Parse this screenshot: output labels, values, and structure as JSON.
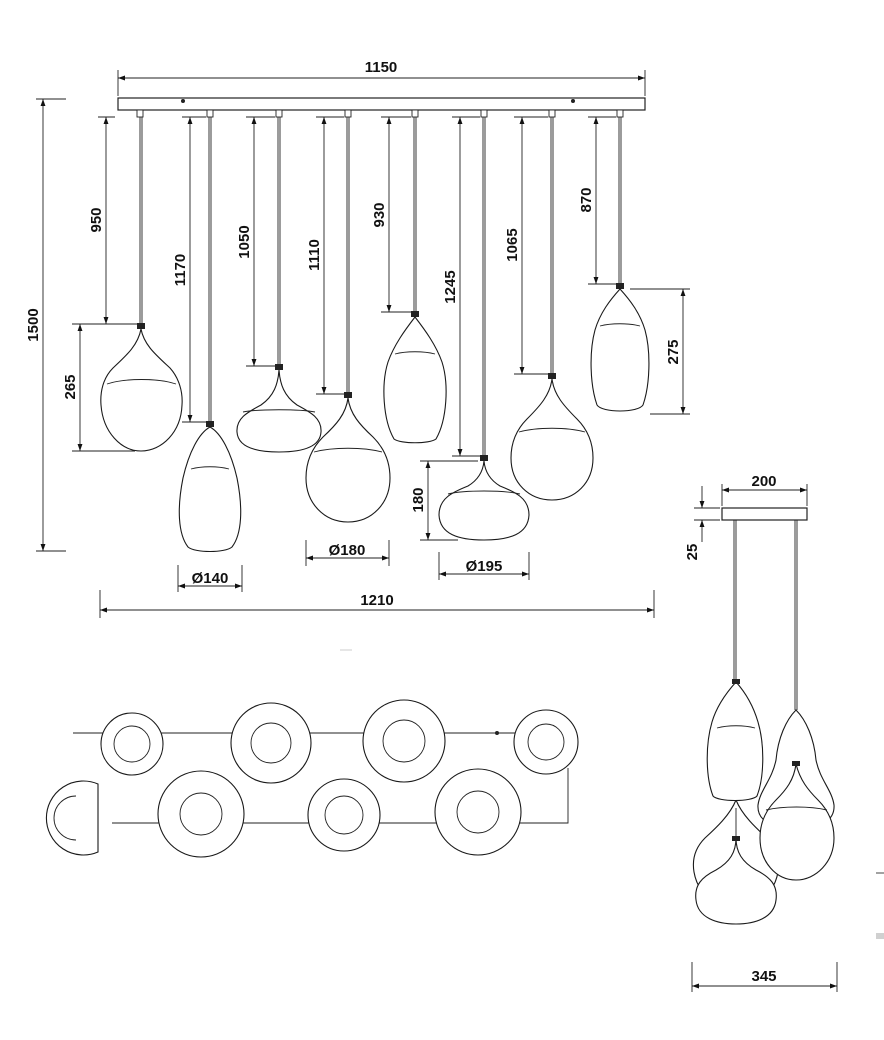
{
  "dimensions": {
    "bar_width": "1150",
    "total_height": "1500",
    "total_width": "1210",
    "canopy_width": "200",
    "canopy_height": "25",
    "side_width": "345",
    "cable_1": "950",
    "cable_2": "1170",
    "cable_3": "1050",
    "cable_4": "1110",
    "cable_5": "930",
    "cable_6": "1245",
    "cable_7": "1065",
    "cable_8": "870",
    "shade_height_1": "265",
    "shade_height_2": "275",
    "shade_height_3": "180",
    "diameter_1": "Ø140",
    "diameter_2": "Ø180",
    "diameter_3": "Ø195"
  }
}
